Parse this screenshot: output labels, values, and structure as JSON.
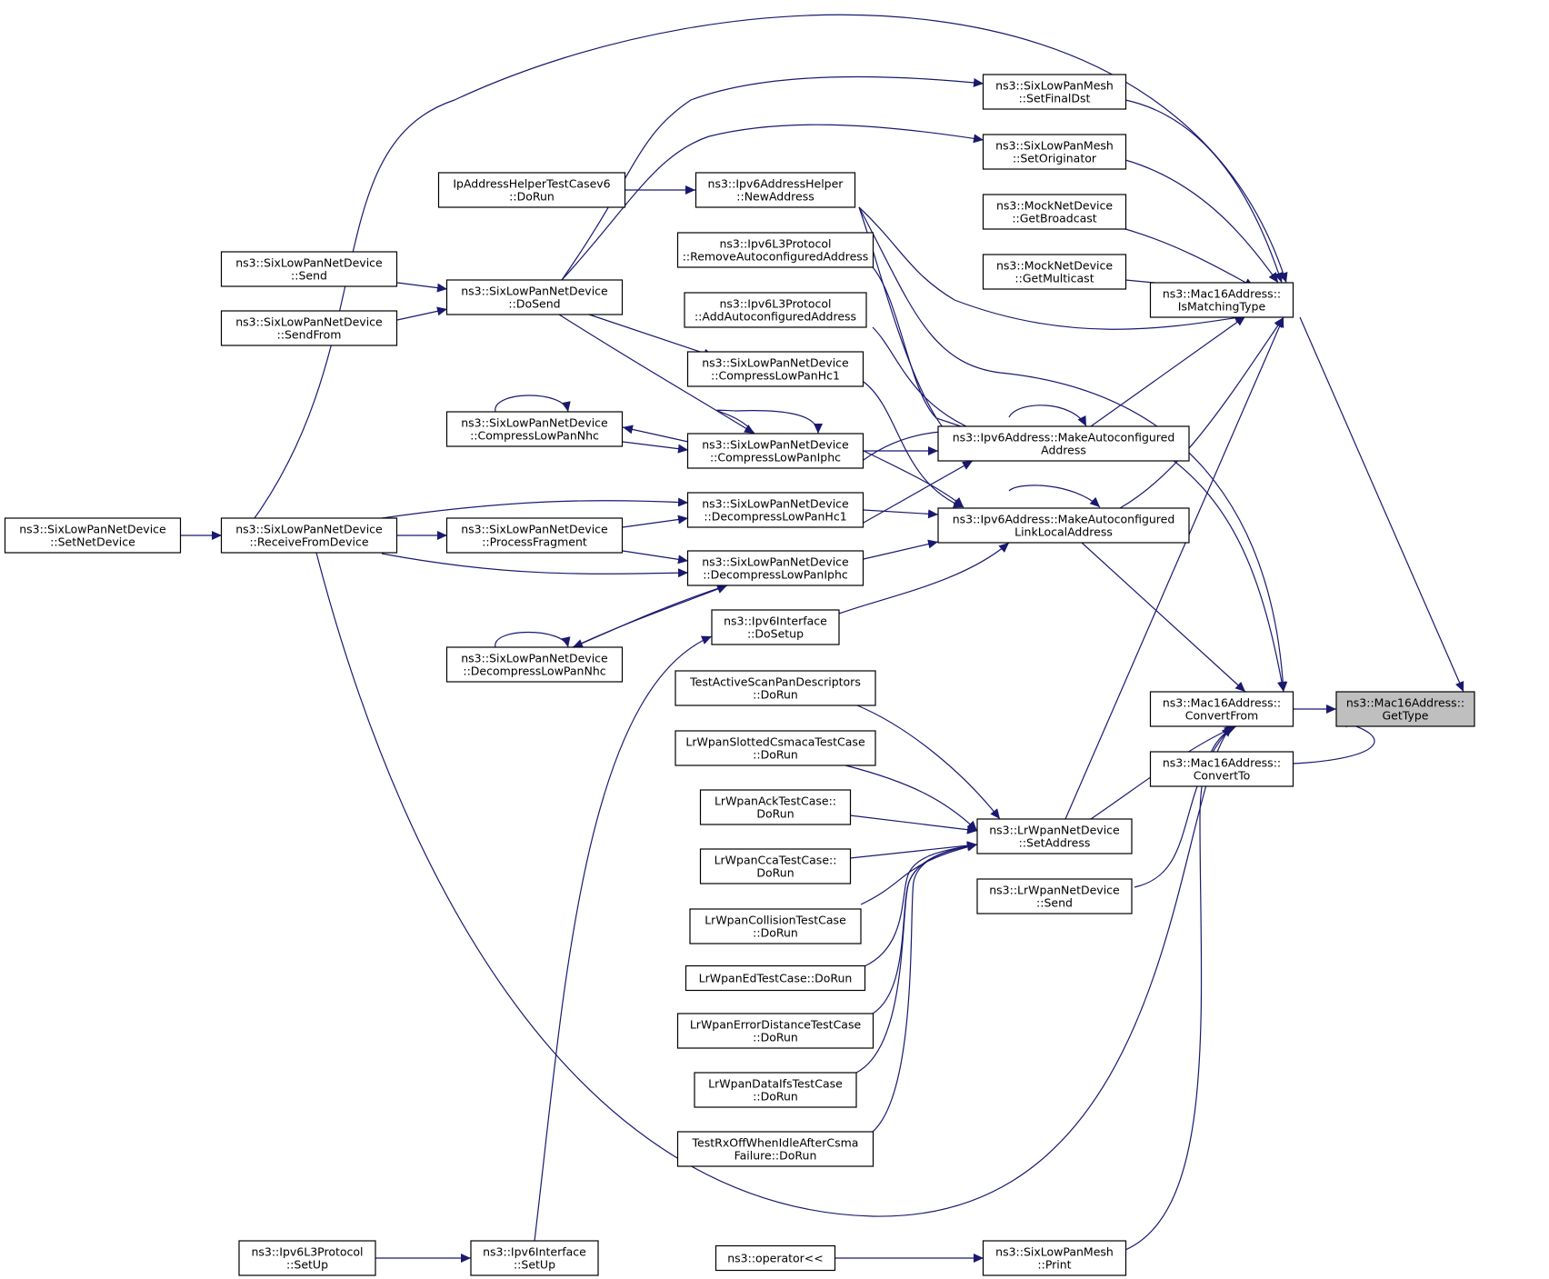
{
  "colors": {
    "edge": "#191970",
    "node_fill": "#ffffff",
    "node_stroke": "#000000",
    "focus_fill": "#bfbfbf",
    "background": "#ffffff"
  },
  "nodes": {
    "getType": {
      "lines": [
        "ns3::Mac16Address::",
        "GetType"
      ],
      "focus": true
    },
    "convertFrom": {
      "lines": [
        "ns3::Mac16Address::",
        "ConvertFrom"
      ]
    },
    "convertTo": {
      "lines": [
        "ns3::Mac16Address::",
        "ConvertTo"
      ]
    },
    "isMatchingType": {
      "lines": [
        "ns3::Mac16Address::",
        "IsMatchingType"
      ]
    },
    "meshSetFinalDst": {
      "lines": [
        "ns3::SixLowPanMesh",
        "::SetFinalDst"
      ]
    },
    "meshSetOriginator": {
      "lines": [
        "ns3::SixLowPanMesh",
        "::SetOriginator"
      ]
    },
    "mockGetBroadcast": {
      "lines": [
        "ns3::MockNetDevice",
        "::GetBroadcast"
      ]
    },
    "mockGetMulticast": {
      "lines": [
        "ns3::MockNetDevice",
        "::GetMulticast"
      ]
    },
    "makeAutoconf": {
      "lines": [
        "ns3::Ipv6Address::MakeAutoconfigured",
        "Address"
      ]
    },
    "makeAutoconfLL": {
      "lines": [
        "ns3::Ipv6Address::MakeAutoconfigured",
        "LinkLocalAddress"
      ]
    },
    "lrSetAddress": {
      "lines": [
        "ns3::LrWpanNetDevice",
        "::SetAddress"
      ]
    },
    "lrSend": {
      "lines": [
        "ns3::LrWpanNetDevice",
        "::Send"
      ]
    },
    "meshPrint": {
      "lines": [
        "ns3::SixLowPanMesh",
        "::Print"
      ]
    },
    "opLeftShift": {
      "lines": [
        "ns3::operator<<"
      ]
    },
    "ipv6HelperNewAddress": {
      "lines": [
        "ns3::Ipv6AddressHelper",
        "::NewAddress"
      ]
    },
    "ipHelperTestDoRun": {
      "lines": [
        "IpAddressHelperTestCasev6",
        "::DoRun"
      ]
    },
    "l3RemoveAutoconf": {
      "lines": [
        "ns3::Ipv6L3Protocol",
        "::RemoveAutoconfiguredAddress"
      ]
    },
    "l3AddAutoconf": {
      "lines": [
        "ns3::Ipv6L3Protocol",
        "::AddAutoconfiguredAddress"
      ]
    },
    "compressHc1": {
      "lines": [
        "ns3::SixLowPanNetDevice",
        "::CompressLowPanHc1"
      ]
    },
    "compressIphc": {
      "lines": [
        "ns3::SixLowPanNetDevice",
        "::CompressLowPanIphc"
      ]
    },
    "compressNhc": {
      "lines": [
        "ns3::SixLowPanNetDevice",
        "::CompressLowPanNhc"
      ]
    },
    "decompressHc1": {
      "lines": [
        "ns3::SixLowPanNetDevice",
        "::DecompressLowPanHc1"
      ]
    },
    "decompressIphc": {
      "lines": [
        "ns3::SixLowPanNetDevice",
        "::DecompressLowPanIphc"
      ]
    },
    "decompressNhc": {
      "lines": [
        "ns3::SixLowPanNetDevice",
        "::DecompressLowPanNhc"
      ]
    },
    "doSend": {
      "lines": [
        "ns3::SixLowPanNetDevice",
        "::DoSend"
      ]
    },
    "send": {
      "lines": [
        "ns3::SixLowPanNetDevice",
        "::Send"
      ]
    },
    "sendFrom": {
      "lines": [
        "ns3::SixLowPanNetDevice",
        "::SendFrom"
      ]
    },
    "processFragment": {
      "lines": [
        "ns3::SixLowPanNetDevice",
        "::ProcessFragment"
      ]
    },
    "receiveFromDevice": {
      "lines": [
        "ns3::SixLowPanNetDevice",
        "::ReceiveFromDevice"
      ]
    },
    "setNetDevice": {
      "lines": [
        "ns3::SixLowPanNetDevice",
        "::SetNetDevice"
      ]
    },
    "ipv6IfDoSetup": {
      "lines": [
        "ns3::Ipv6Interface",
        "::DoSetup"
      ]
    },
    "ipv6IfSetUp": {
      "lines": [
        "ns3::Ipv6Interface",
        "::SetUp"
      ]
    },
    "l3SetUp": {
      "lines": [
        "ns3::Ipv6L3Protocol",
        "::SetUp"
      ]
    },
    "testActiveScan": {
      "lines": [
        "TestActiveScanPanDescriptors",
        "::DoRun"
      ]
    },
    "testSlotted": {
      "lines": [
        "LrWpanSlottedCsmacaTestCase",
        "::DoRun"
      ]
    },
    "testAck": {
      "lines": [
        "LrWpanAckTestCase::",
        "DoRun"
      ]
    },
    "testCca": {
      "lines": [
        "LrWpanCcaTestCase::",
        "DoRun"
      ]
    },
    "testCollision": {
      "lines": [
        "LrWpanCollisionTestCase",
        "::DoRun"
      ]
    },
    "testEd": {
      "lines": [
        "LrWpanEdTestCase::DoRun"
      ]
    },
    "testErrorDistance": {
      "lines": [
        "LrWpanErrorDistanceTestCase",
        "::DoRun"
      ]
    },
    "testDataIfs": {
      "lines": [
        "LrWpanDataIfsTestCase",
        "::DoRun"
      ]
    },
    "testRxOff": {
      "lines": [
        "TestRxOffWhenIdleAfterCsma",
        "Failure::DoRun"
      ]
    }
  }
}
